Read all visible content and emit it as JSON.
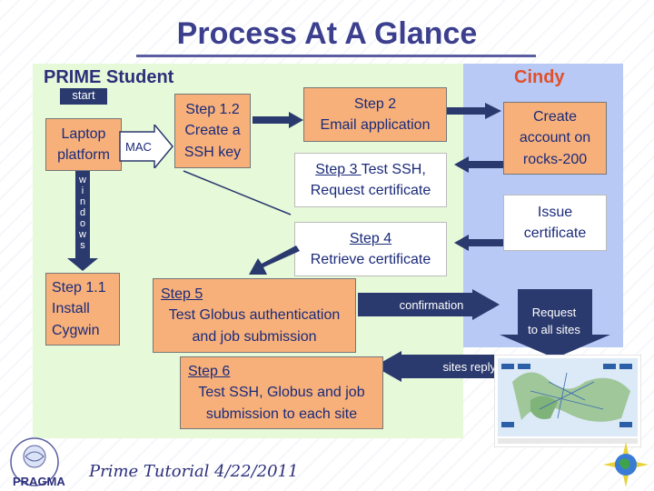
{
  "title": "Process At A Glance",
  "panels": {
    "student_label": "PRIME Student",
    "cindy_label": "Cindy"
  },
  "nodes": {
    "start": "start",
    "laptop": "Laptop\nplatform",
    "mac": "MAC",
    "windows": "w\ni\nn\nd\no\nw\ns",
    "step11": "Step 1.1\nInstall\nCygwin",
    "step12": "Step 1.2\nCreate a\nSSH key",
    "step2_head": "Step 2",
    "step2_body": "Email application",
    "step3_head": "Step 3 ",
    "step3_rest": "Test SSH,",
    "step3_body": "Request certificate",
    "step4_head": "Step 4",
    "step4_body": "Retrieve certificate",
    "step5_head": "Step 5",
    "step5_body": "Test Globus authentication\nand job submission",
    "step6_head": "Step 6",
    "step6_body": "Test SSH, Globus and job\nsubmission to each site",
    "create_account": "Create\naccount on\nrocks-200",
    "issue_cert": "Issue\ncertificate"
  },
  "edge_labels": {
    "confirmation": "confirmation",
    "request": "Request\nto all sites",
    "sites_reply": "sites reply"
  },
  "footer": {
    "tutorial": "Prime Tutorial 4/22/2011",
    "logo_left": "PRAGMA"
  },
  "colors": {
    "green_panel": "#e6f9d9",
    "blue_panel": "#b9c9f5",
    "box_orange": "#f7b07a",
    "arrow_navy": "#2b3a6e"
  }
}
